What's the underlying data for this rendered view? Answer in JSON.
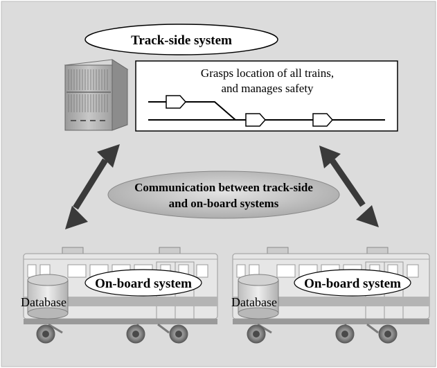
{
  "trackside": {
    "label": "Track-side system",
    "panel_text_line1": "Grasps location of all trains,",
    "panel_text_line2": "and manages safety"
  },
  "communication": {
    "line1": "Communication between track-side",
    "line2": "and on-board systems"
  },
  "trains": [
    {
      "label": "On-board system",
      "database_label": "Database"
    },
    {
      "label": "On-board system",
      "database_label": "Database"
    }
  ],
  "colors": {
    "background": "#dcdcdc",
    "ellipse_fill": "#ffffff",
    "comm_fill": "#c8c8c8",
    "arrow": "#3a3a3a",
    "train_body": "#e6e6e6",
    "train_stripe": "#b4b4b4"
  }
}
